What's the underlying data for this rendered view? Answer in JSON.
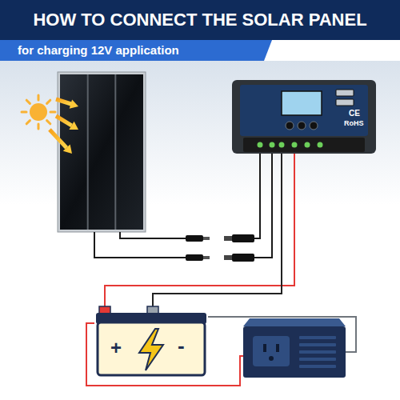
{
  "diagram": {
    "title": "HOW TO CONNECT THE SOLAR PANEL",
    "nodes": [
      {
        "text": [
          "CE",
          "RoHS"
        ]
      },
      {
        "text": [
          "+",
          "-"
        ]
      }
    ],
    "edges": [
      {
        "from": 0,
        "to": 1,
        "arrow": "none"
      },
      {
        "from": 0,
        "to": 1,
        "arrow": "none"
      }
    ],
    "labels": [
      "for charging 12V application"
    ]
  }
}
